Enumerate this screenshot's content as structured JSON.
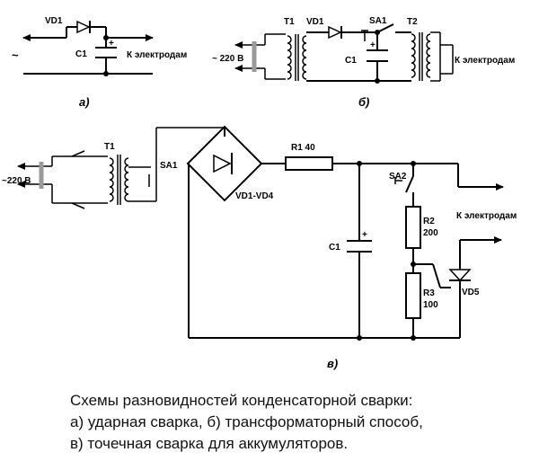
{
  "diagram_a": {
    "vd1": "VD1",
    "c1": "C1",
    "ac": "~",
    "plus": "+",
    "out": "К электродам",
    "caption": "а)"
  },
  "diagram_b": {
    "t1": "T1",
    "vd1": "VD1",
    "sa1": "SA1",
    "t2": "T2",
    "c1": "C1",
    "plus": "+",
    "supply": "~ 220 В",
    "out": "К электродам",
    "caption": "б)"
  },
  "diagram_c": {
    "t1": "T1",
    "sa1": "SA1",
    "supply": "~220 В",
    "bridge": "VD1-VD4",
    "r1": "R1 40",
    "c1": "C1",
    "plus": "+",
    "sa2": "SA2",
    "r2": "R2",
    "r2_val": "200",
    "r3": "R3",
    "r3_val": "100",
    "vd5": "VD5",
    "out": "К электродам",
    "caption": "в)"
  },
  "caption": {
    "line1": "Схемы разновидностей конденсаторной сварки:",
    "line2": "а) ударная сварка, б) трансформаторный способ,",
    "line3": "в) точечная сварка для аккумуляторов."
  }
}
